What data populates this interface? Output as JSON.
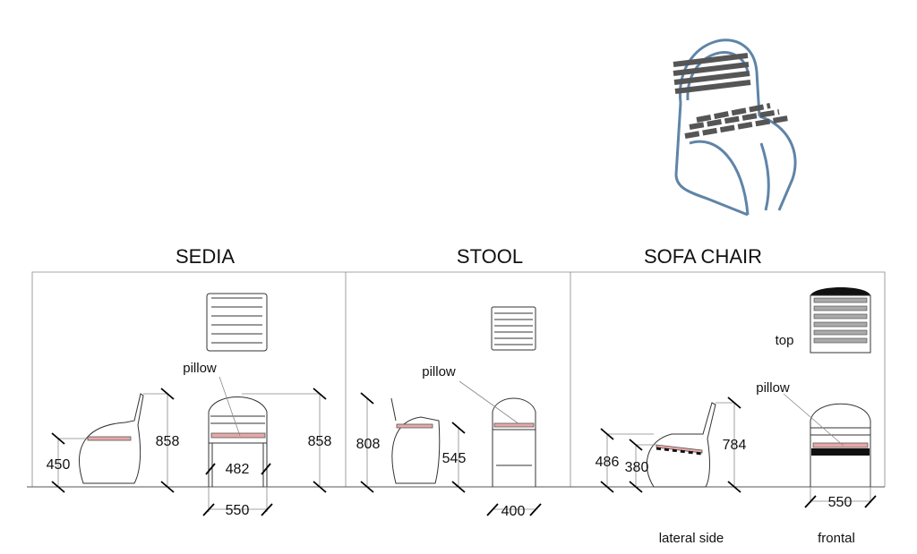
{
  "sections": {
    "sedia": {
      "title": "SEDIA",
      "pillow": "pillow",
      "dims": {
        "seat_height": "450",
        "side_height": "858",
        "front_height": "858",
        "inner_width": "482",
        "outer_width": "550"
      }
    },
    "stool": {
      "title": "STOOL",
      "pillow": "pillow",
      "dims": {
        "height": "808",
        "seat_height": "545",
        "width": "400"
      }
    },
    "sofa_chair": {
      "title": "SOFA CHAIR",
      "pillow": "pillow",
      "top_label": "top",
      "lateral_label": "lateral side",
      "frontal_label": "frontal",
      "dims": {
        "arm_height": "486",
        "seat_height": "380",
        "height": "784",
        "width": "550"
      }
    }
  },
  "colors": {
    "pillow": "#e8a8a8",
    "frame_3d": "#5f84a8"
  }
}
